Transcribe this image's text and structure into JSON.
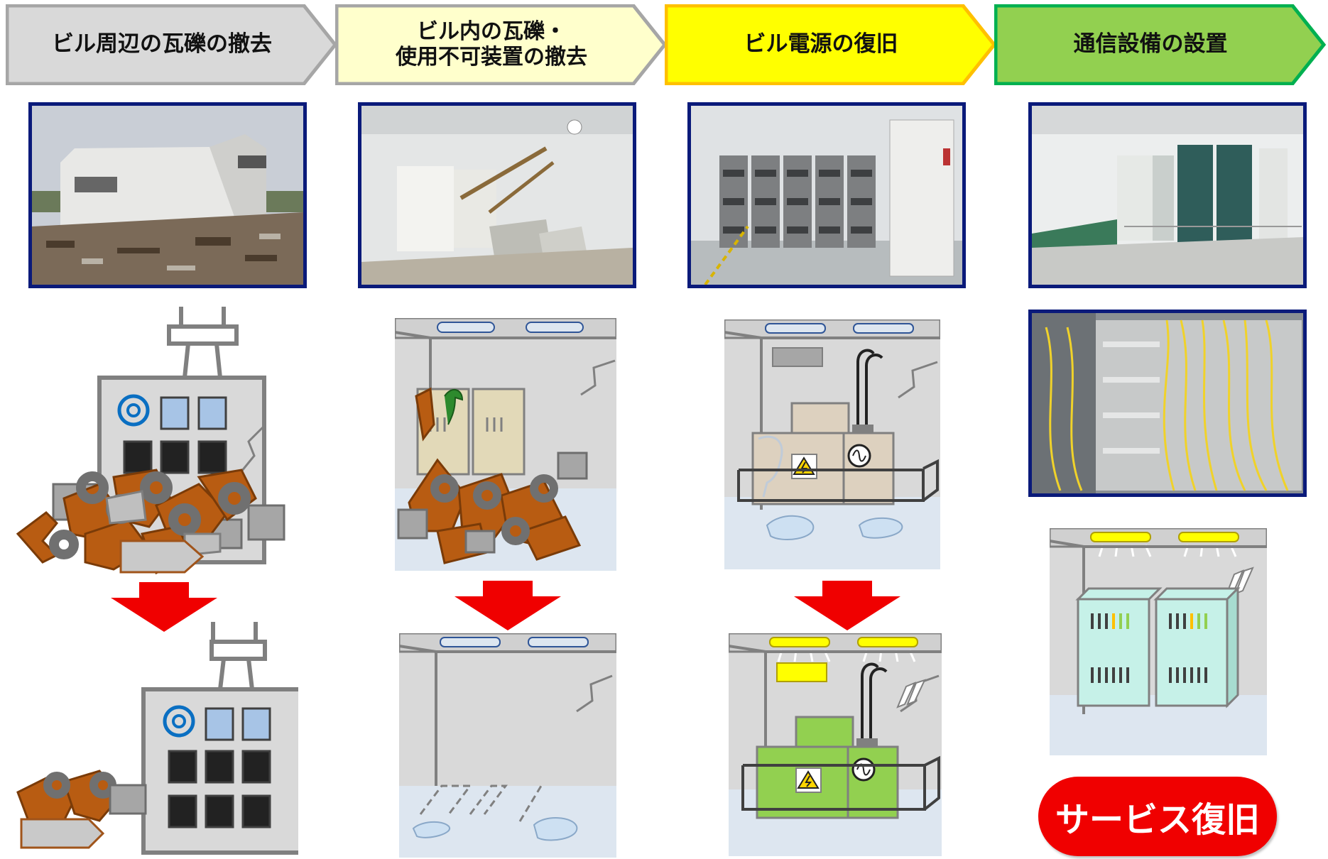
{
  "steps": [
    {
      "label": "ビル周辺の瓦礫の撤去",
      "fill": "#d9d9d9",
      "stroke": "#a6a6a6"
    },
    {
      "label": "ビル内の瓦礫・\n使用不可装置の撤去",
      "fill": "#ffffcc",
      "stroke": "#a6a6a6"
    },
    {
      "label": "ビル電源の復旧",
      "fill": "#ffff00",
      "stroke": "#ffc000"
    },
    {
      "label": "通信設備の設置",
      "fill": "#92d050",
      "stroke": "#00b050"
    }
  ],
  "result": {
    "label": "サービス復旧",
    "color": "#f00000"
  },
  "colors": {
    "photo_border": "#0a1a7a",
    "arrow": "#f00000",
    "debris": "#b85c12",
    "green_equipment": "#92d050",
    "light": "#ffff00"
  },
  "icons": [
    "ntt-logo-icon",
    "high-voltage-warning-icon",
    "ac-power-icon",
    "down-arrow-icon"
  ]
}
